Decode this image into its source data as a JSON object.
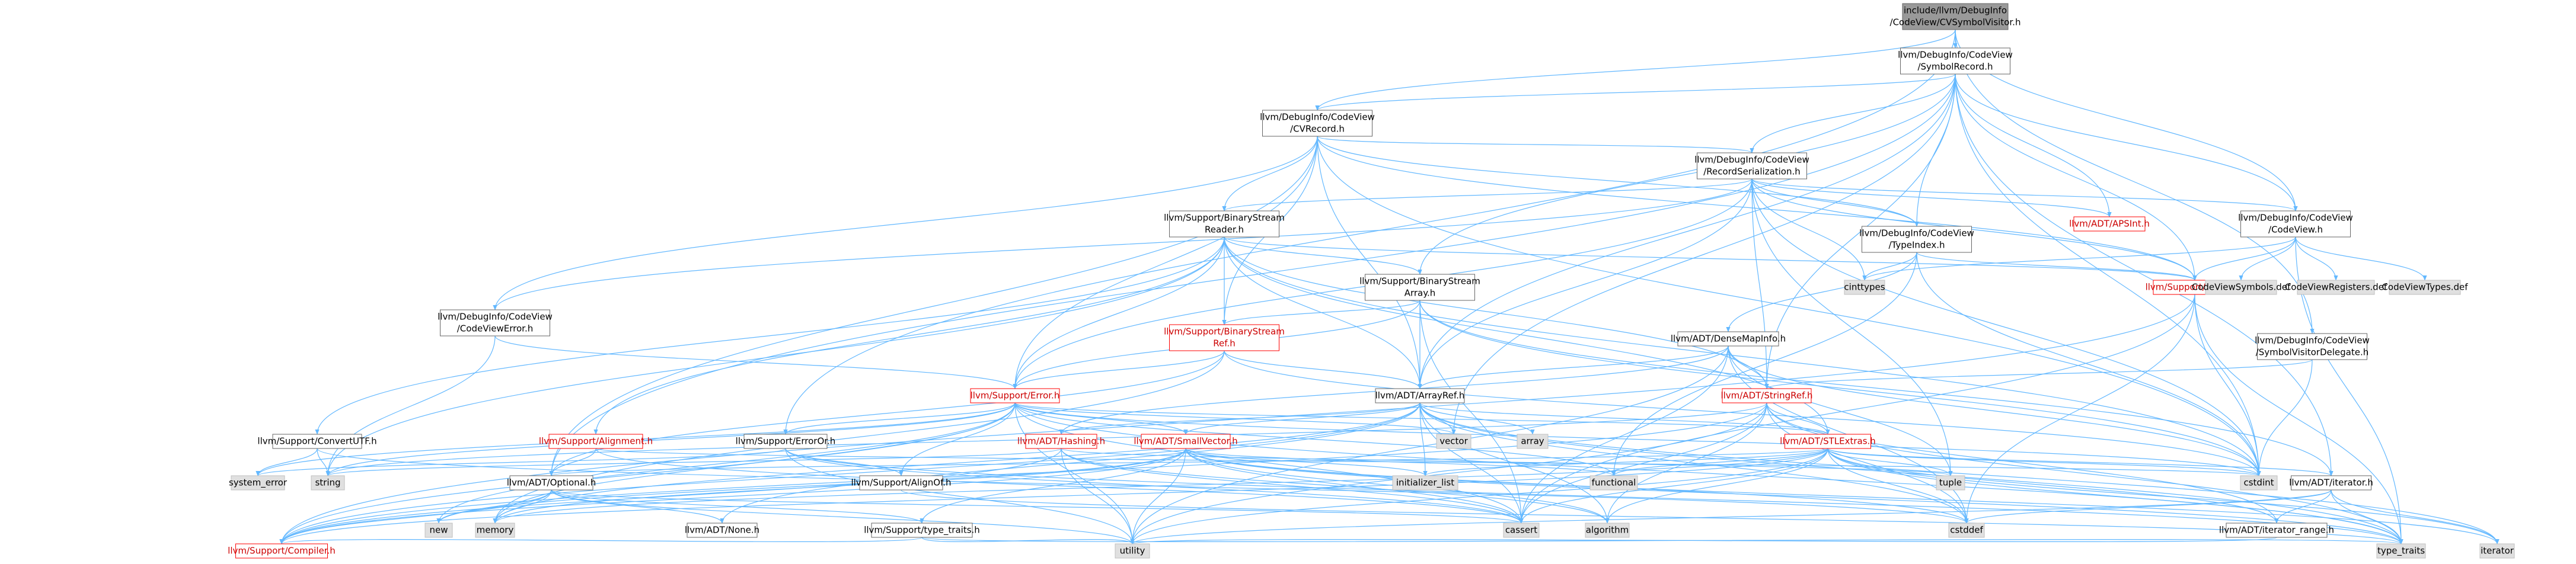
{
  "colors": {
    "root_fill": "#999999",
    "node_fill": "#ffffff",
    "sys_fill": "#e0e0e0",
    "border": "#666666",
    "red_border": "#ff0000",
    "red_text": "#cc0000",
    "edge": "#63b8ff"
  },
  "nodes": [
    {
      "id": "root",
      "lines": [
        "include/llvm/DebugInfo",
        "/CodeView/CVSymbolVisitor.h"
      ],
      "kind": "root"
    },
    {
      "id": "symrec",
      "lines": [
        "llvm/DebugInfo/CodeView",
        "/SymbolRecord.h"
      ],
      "kind": "normal"
    },
    {
      "id": "cvrec",
      "lines": [
        "llvm/DebugInfo/CodeView",
        "/CVRecord.h"
      ],
      "kind": "normal"
    },
    {
      "id": "recser",
      "lines": [
        "llvm/DebugInfo/CodeView",
        "/RecordSerialization.h"
      ],
      "kind": "normal"
    },
    {
      "id": "bsreader",
      "lines": [
        "llvm/Support/BinaryStream",
        "Reader.h"
      ],
      "kind": "normal"
    },
    {
      "id": "apsint",
      "lines": [
        "llvm/ADT/APSInt.h"
      ],
      "kind": "red"
    },
    {
      "id": "typeindex",
      "lines": [
        "llvm/DebugInfo/CodeView",
        "/TypeIndex.h"
      ],
      "kind": "normal"
    },
    {
      "id": "codeview",
      "lines": [
        "llvm/DebugInfo/CodeView",
        "/CodeView.h"
      ],
      "kind": "normal"
    },
    {
      "id": "bsarray",
      "lines": [
        "llvm/Support/BinaryStream",
        "Array.h"
      ],
      "kind": "normal"
    },
    {
      "id": "endian",
      "lines": [
        "llvm/Support/Endian.h"
      ],
      "kind": "red"
    },
    {
      "id": "cvsymdef",
      "lines": [
        "CodeViewSymbols.def"
      ],
      "kind": "sys"
    },
    {
      "id": "cvregdef",
      "lines": [
        "CodeViewRegisters.def"
      ],
      "kind": "sys"
    },
    {
      "id": "cvtypesdef",
      "lines": [
        "CodeViewTypes.def"
      ],
      "kind": "sys"
    },
    {
      "id": "cinttypes",
      "lines": [
        "cinttypes"
      ],
      "kind": "sys"
    },
    {
      "id": "cverror",
      "lines": [
        "llvm/DebugInfo/CodeView",
        "/CodeViewError.h"
      ],
      "kind": "normal"
    },
    {
      "id": "bsref",
      "lines": [
        "llvm/Support/BinaryStream",
        "Ref.h"
      ],
      "kind": "red"
    },
    {
      "id": "densemapinfo",
      "lines": [
        "llvm/ADT/DenseMapInfo.h"
      ],
      "kind": "normal"
    },
    {
      "id": "symvisdel",
      "lines": [
        "llvm/DebugInfo/CodeView",
        "/SymbolVisitorDelegate.h"
      ],
      "kind": "normal"
    },
    {
      "id": "error",
      "lines": [
        "llvm/Support/Error.h"
      ],
      "kind": "red"
    },
    {
      "id": "arrayref",
      "lines": [
        "llvm/ADT/ArrayRef.h"
      ],
      "kind": "normal"
    },
    {
      "id": "stringref",
      "lines": [
        "llvm/ADT/StringRef.h"
      ],
      "kind": "red"
    },
    {
      "id": "convertutf",
      "lines": [
        "llvm/Support/ConvertUTF.h"
      ],
      "kind": "normal"
    },
    {
      "id": "alignment",
      "lines": [
        "llvm/Support/Alignment.h"
      ],
      "kind": "red"
    },
    {
      "id": "erroror",
      "lines": [
        "llvm/Support/ErrorOr.h"
      ],
      "kind": "normal"
    },
    {
      "id": "hashing",
      "lines": [
        "llvm/ADT/Hashing.h"
      ],
      "kind": "red"
    },
    {
      "id": "smallvector",
      "lines": [
        "llvm/ADT/SmallVector.h"
      ],
      "kind": "red"
    },
    {
      "id": "vector",
      "lines": [
        "vector"
      ],
      "kind": "sys"
    },
    {
      "id": "array",
      "lines": [
        "array"
      ],
      "kind": "sys"
    },
    {
      "id": "stlextras",
      "lines": [
        "llvm/ADT/STLExtras.h"
      ],
      "kind": "red"
    },
    {
      "id": "system_error",
      "lines": [
        "system_error"
      ],
      "kind": "sys"
    },
    {
      "id": "string",
      "lines": [
        "string"
      ],
      "kind": "sys"
    },
    {
      "id": "optional",
      "lines": [
        "llvm/ADT/Optional.h"
      ],
      "kind": "normal"
    },
    {
      "id": "alignof",
      "lines": [
        "llvm/Support/AlignOf.h"
      ],
      "kind": "normal"
    },
    {
      "id": "init_list",
      "lines": [
        "initializer_list"
      ],
      "kind": "sys"
    },
    {
      "id": "functional",
      "lines": [
        "functional"
      ],
      "kind": "sys"
    },
    {
      "id": "tuple",
      "lines": [
        "tuple"
      ],
      "kind": "sys"
    },
    {
      "id": "cstdint",
      "lines": [
        "cstdint"
      ],
      "kind": "sys"
    },
    {
      "id": "iterator_h",
      "lines": [
        "llvm/ADT/iterator.h"
      ],
      "kind": "normal"
    },
    {
      "id": "new",
      "lines": [
        "new"
      ],
      "kind": "sys"
    },
    {
      "id": "memory",
      "lines": [
        "memory"
      ],
      "kind": "sys"
    },
    {
      "id": "none",
      "lines": [
        "llvm/ADT/None.h"
      ],
      "kind": "normal"
    },
    {
      "id": "typetraits_h",
      "lines": [
        "llvm/Support/type_traits.h"
      ],
      "kind": "normal"
    },
    {
      "id": "cassert",
      "lines": [
        "cassert"
      ],
      "kind": "sys"
    },
    {
      "id": "algorithm",
      "lines": [
        "algorithm"
      ],
      "kind": "sys"
    },
    {
      "id": "cstddef",
      "lines": [
        "cstddef"
      ],
      "kind": "sys"
    },
    {
      "id": "iterrange",
      "lines": [
        "llvm/ADT/iterator_range.h"
      ],
      "kind": "normal"
    },
    {
      "id": "compiler",
      "lines": [
        "llvm/Support/Compiler.h"
      ],
      "kind": "red"
    },
    {
      "id": "utility",
      "lines": [
        "utility"
      ],
      "kind": "sys"
    },
    {
      "id": "type_traits",
      "lines": [
        "type_traits"
      ],
      "kind": "sys"
    },
    {
      "id": "iterator",
      "lines": [
        "iterator"
      ],
      "kind": "sys"
    }
  ],
  "edges": [
    [
      "root",
      "symrec"
    ],
    [
      "root",
      "cvrec"
    ],
    [
      "root",
      "codeview"
    ],
    [
      "root",
      "symvisdel"
    ],
    [
      "root",
      "erroror"
    ],
    [
      "symrec",
      "cvrec"
    ],
    [
      "symrec",
      "recser"
    ],
    [
      "symrec",
      "codeview"
    ],
    [
      "symrec",
      "typeindex"
    ],
    [
      "symrec",
      "apsint"
    ],
    [
      "symrec",
      "bsarray"
    ],
    [
      "symrec",
      "endian"
    ],
    [
      "symrec",
      "arrayref"
    ],
    [
      "symrec",
      "stringref"
    ],
    [
      "symrec",
      "cstdint"
    ],
    [
      "symrec",
      "optional"
    ],
    [
      "symrec",
      "iterator_h"
    ],
    [
      "symrec",
      "vector"
    ],
    [
      "cvrec",
      "recser"
    ],
    [
      "cvrec",
      "bsreader"
    ],
    [
      "cvrec",
      "cverror"
    ],
    [
      "cvrec",
      "bsref"
    ],
    [
      "cvrec",
      "error"
    ],
    [
      "cvrec",
      "endian"
    ],
    [
      "cvrec",
      "cstdint"
    ],
    [
      "cvrec",
      "optional"
    ],
    [
      "cvrec",
      "arrayref"
    ],
    [
      "cvrec",
      "typeindex"
    ],
    [
      "recser",
      "bsreader"
    ],
    [
      "recser",
      "codeview"
    ],
    [
      "recser",
      "typeindex"
    ],
    [
      "recser",
      "endian"
    ],
    [
      "recser",
      "apsint"
    ],
    [
      "recser",
      "stringref"
    ],
    [
      "recser",
      "arrayref"
    ],
    [
      "recser",
      "cinttypes"
    ],
    [
      "recser",
      "cverror"
    ],
    [
      "recser",
      "error"
    ],
    [
      "recser",
      "tuple"
    ],
    [
      "recser",
      "cstdint"
    ],
    [
      "bsreader",
      "bsarray"
    ],
    [
      "bsreader",
      "bsref"
    ],
    [
      "bsreader",
      "error"
    ],
    [
      "bsreader",
      "endian"
    ],
    [
      "bsreader",
      "arrayref"
    ],
    [
      "bsreader",
      "stringref"
    ],
    [
      "bsreader",
      "convertutf"
    ],
    [
      "bsreader",
      "alignment"
    ],
    [
      "bsreader",
      "stlextras"
    ],
    [
      "bsreader",
      "string"
    ],
    [
      "bsreader",
      "cstdint"
    ],
    [
      "typeindex",
      "endian"
    ],
    [
      "typeindex",
      "cinttypes"
    ],
    [
      "typeindex",
      "densemapinfo"
    ],
    [
      "typeindex",
      "cstdint"
    ],
    [
      "typeindex",
      "functional"
    ],
    [
      "codeview",
      "endian"
    ],
    [
      "codeview",
      "cinttypes"
    ],
    [
      "codeview",
      "cvsymdef"
    ],
    [
      "codeview",
      "cvregdef"
    ],
    [
      "codeview",
      "cvtypesdef"
    ],
    [
      "codeview",
      "type_traits"
    ],
    [
      "bsarray",
      "bsref"
    ],
    [
      "bsarray",
      "arrayref"
    ],
    [
      "bsarray",
      "error"
    ],
    [
      "bsarray",
      "iterator_h"
    ],
    [
      "bsarray",
      "cassert"
    ],
    [
      "bsarray",
      "cstdint"
    ],
    [
      "endian",
      "compiler"
    ],
    [
      "endian",
      "cassert"
    ],
    [
      "endian",
      "cstddef"
    ],
    [
      "endian",
      "cstdint"
    ],
    [
      "endian",
      "type_traits"
    ],
    [
      "cverror",
      "error"
    ],
    [
      "cverror",
      "string"
    ],
    [
      "bsref",
      "arrayref"
    ],
    [
      "bsref",
      "error"
    ],
    [
      "bsref",
      "optional"
    ],
    [
      "bsref",
      "cstdint"
    ],
    [
      "bsref",
      "memory"
    ],
    [
      "densemapinfo",
      "arrayref"
    ],
    [
      "densemapinfo",
      "hashing"
    ],
    [
      "densemapinfo",
      "stringref"
    ],
    [
      "densemapinfo",
      "cassert"
    ],
    [
      "densemapinfo",
      "cstddef"
    ],
    [
      "densemapinfo",
      "cstdint"
    ],
    [
      "densemapinfo",
      "tuple"
    ],
    [
      "densemapinfo",
      "utility"
    ],
    [
      "symvisdel",
      "stringref"
    ],
    [
      "symvisdel",
      "cstdint"
    ],
    [
      "error",
      "stlextras"
    ],
    [
      "error",
      "smallvector"
    ],
    [
      "error",
      "erroror"
    ],
    [
      "error",
      "alignof"
    ],
    [
      "error",
      "compiler"
    ],
    [
      "error",
      "system_error"
    ],
    [
      "error",
      "string"
    ],
    [
      "error",
      "vector"
    ],
    [
      "error",
      "cassert"
    ],
    [
      "error",
      "functional"
    ],
    [
      "error",
      "new"
    ],
    [
      "error",
      "memory"
    ],
    [
      "error",
      "utility"
    ],
    [
      "error",
      "type_traits"
    ],
    [
      "error",
      "cstdint"
    ],
    [
      "arrayref",
      "hashing"
    ],
    [
      "arrayref",
      "none"
    ],
    [
      "arrayref",
      "smallvector"
    ],
    [
      "arrayref",
      "stlextras"
    ],
    [
      "arrayref",
      "compiler"
    ],
    [
      "arrayref",
      "algorithm"
    ],
    [
      "arrayref",
      "array"
    ],
    [
      "arrayref",
      "cassert"
    ],
    [
      "arrayref",
      "cstddef"
    ],
    [
      "arrayref",
      "init_list"
    ],
    [
      "arrayref",
      "iterator"
    ],
    [
      "arrayref",
      "memory"
    ],
    [
      "arrayref",
      "type_traits"
    ],
    [
      "arrayref",
      "vector"
    ],
    [
      "stringref",
      "stlextras"
    ],
    [
      "stringref",
      "iterrange"
    ],
    [
      "stringref",
      "compiler"
    ],
    [
      "stringref",
      "algorithm"
    ],
    [
      "stringref",
      "cassert"
    ],
    [
      "stringref",
      "cstddef"
    ],
    [
      "stringref",
      "cstring"
    ],
    [
      "stringref",
      "limits"
    ],
    [
      "stringref",
      "string"
    ],
    [
      "stringref",
      "type_traits"
    ],
    [
      "stringref",
      "utility"
    ],
    [
      "convertutf",
      "system_error"
    ],
    [
      "convertutf",
      "string"
    ],
    [
      "convertutf",
      "cstddef"
    ],
    [
      "alignment",
      "optional"
    ],
    [
      "alignment",
      "cassert"
    ],
    [
      "alignment",
      "cstdint"
    ],
    [
      "erroror",
      "alignof"
    ],
    [
      "erroror",
      "cassert"
    ],
    [
      "erroror",
      "system_error"
    ],
    [
      "erroror",
      "type_traits"
    ],
    [
      "erroror",
      "utility"
    ],
    [
      "hashing",
      "compiler"
    ],
    [
      "hashing",
      "algorithm"
    ],
    [
      "hashing",
      "cassert"
    ],
    [
      "hashing",
      "string"
    ],
    [
      "hashing",
      "tuple"
    ],
    [
      "hashing",
      "utility"
    ],
    [
      "smallvector",
      "compiler"
    ],
    [
      "smallvector",
      "typetraits_h"
    ],
    [
      "smallvector",
      "algorithm"
    ],
    [
      "smallvector",
      "cassert"
    ],
    [
      "smallvector",
      "cstddef"
    ],
    [
      "smallvector",
      "functional"
    ],
    [
      "smallvector",
      "init_list"
    ],
    [
      "smallvector",
      "iterator"
    ],
    [
      "smallvector",
      "memory"
    ],
    [
      "smallvector",
      "new"
    ],
    [
      "smallvector",
      "type_traits"
    ],
    [
      "smallvector",
      "utility"
    ],
    [
      "stlextras",
      "optional"
    ],
    [
      "stlextras",
      "iterator_h"
    ],
    [
      "stlextras",
      "iterrange"
    ],
    [
      "stlextras",
      "compiler"
    ],
    [
      "stlextras",
      "algorithm"
    ],
    [
      "stlextras",
      "cassert"
    ],
    [
      "stlextras",
      "cstddef"
    ],
    [
      "stlextras",
      "cstdint"
    ],
    [
      "stlextras",
      "functional"
    ],
    [
      "stlextras",
      "init_list"
    ],
    [
      "stlextras",
      "iterator"
    ],
    [
      "stlextras",
      "memory"
    ],
    [
      "stlextras",
      "tuple"
    ],
    [
      "stlextras",
      "type_traits"
    ],
    [
      "stlextras",
      "utility"
    ],
    [
      "optional",
      "none"
    ],
    [
      "optional",
      "compiler"
    ],
    [
      "optional",
      "typetraits_h"
    ],
    [
      "optional",
      "cassert"
    ],
    [
      "optional",
      "memory"
    ],
    [
      "optional",
      "new"
    ],
    [
      "optional",
      "utility"
    ],
    [
      "alignof",
      "type_traits"
    ],
    [
      "iterator_h",
      "iterrange"
    ],
    [
      "iterator_h",
      "cstddef"
    ],
    [
      "iterator_h",
      "iterator"
    ],
    [
      "iterator_h",
      "type_traits"
    ],
    [
      "iterator_h",
      "utility"
    ],
    [
      "typetraits_h",
      "compiler"
    ],
    [
      "typetraits_h",
      "type_traits"
    ],
    [
      "typetraits_h",
      "utility"
    ],
    [
      "iterrange",
      "utility"
    ]
  ]
}
